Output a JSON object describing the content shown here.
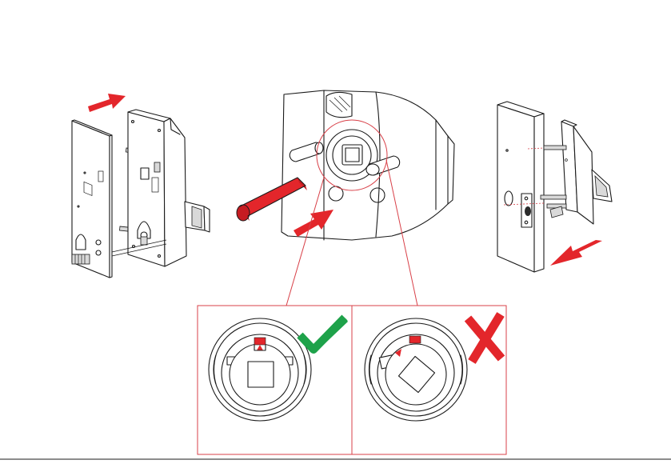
{
  "colors": {
    "accent_red": "#e3262b",
    "dark_red": "#b31217",
    "correct_green": "#1ea24a",
    "line": "#1a1a1a",
    "callout_line": "#d84048"
  },
  "icons": {
    "correct": "check-mark-icon",
    "incorrect": "x-mark-icon",
    "direction": "arrow-icon"
  },
  "steps": [
    {
      "id": "attach-plates",
      "arrow_direction": "up-right"
    },
    {
      "id": "insert-spindle",
      "arrow_direction": "up-right"
    },
    {
      "id": "mount-on-door",
      "arrow_direction": "down-left"
    }
  ],
  "detail": {
    "correct_panel": {
      "indicator_aligned": true
    },
    "incorrect_panel": {
      "indicator_aligned": false
    }
  }
}
